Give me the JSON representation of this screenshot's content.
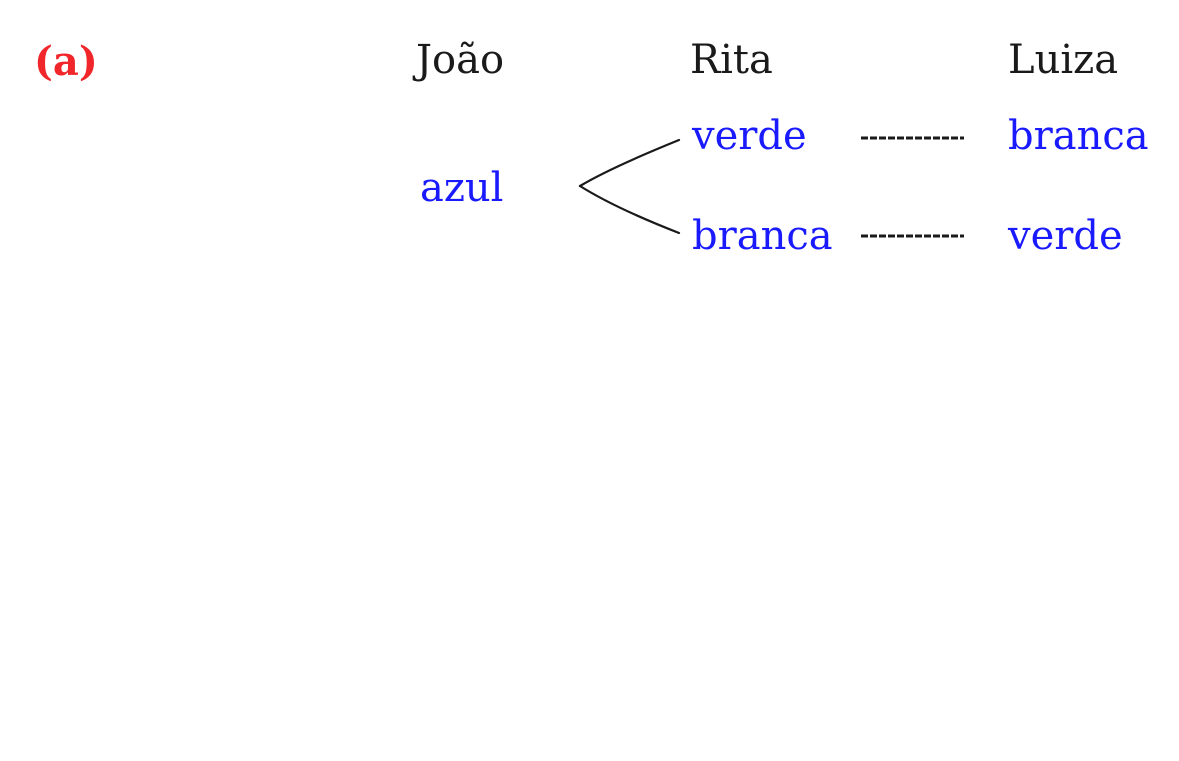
{
  "diagram": {
    "label": "(a)",
    "headers": {
      "joao": "João",
      "rita": "Rita",
      "luiza": "Luiza"
    },
    "root": "azul",
    "branches": [
      {
        "rita": "verde",
        "luiza": "branca"
      },
      {
        "rita": "branca",
        "luiza": "verde"
      }
    ]
  },
  "colors": {
    "label": "#f0262a",
    "header": "#1a1a1a",
    "node": "#1a1aff",
    "line": "#1a1a1a"
  }
}
